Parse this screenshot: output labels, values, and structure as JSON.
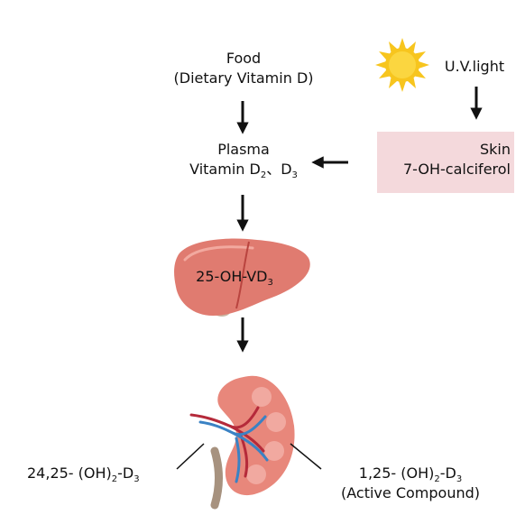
{
  "food": {
    "line1": "Food",
    "line2": "(Dietary Vitamin D)"
  },
  "uv": {
    "label": "U.V.light"
  },
  "skin": {
    "line1": "Skin",
    "line2": "7-OH-calciferol"
  },
  "plasma": {
    "line1": "Plasma",
    "line2_prefix": "Vitamin D",
    "sub1": "2",
    "sep": "、D",
    "sub2": "3"
  },
  "liver": {
    "label_prefix": "25-OH-VD",
    "label_sub": "3"
  },
  "left_product": {
    "prefix": "24,25- (OH)",
    "sub1": "2",
    "mid": "-D",
    "sub2": "3"
  },
  "right_product": {
    "prefix": "1,25- (OH)",
    "sub1": "2",
    "mid": "-D",
    "sub2": "3",
    "line2": "(Active Compound)"
  },
  "colors": {
    "skin_box": "#f4d9dc",
    "liver": "#e07b70",
    "kidney": "#e8877b",
    "sun": "#f7c51e",
    "vein": "#3a82c4",
    "artery": "#b52a3a"
  }
}
